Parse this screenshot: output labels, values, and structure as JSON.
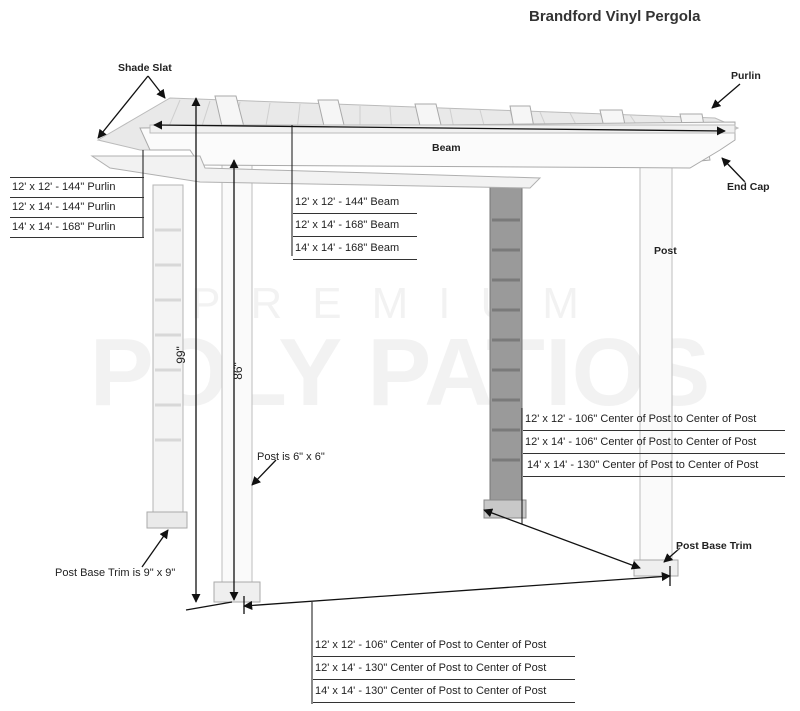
{
  "title": "Brandford Vinyl Pergola",
  "callouts": {
    "shade_slat": "Shade Slat",
    "purlin": "Purlin",
    "beam": "Beam",
    "end_cap": "End Cap",
    "post": "Post",
    "post_base_trim_right": "Post Base Trim",
    "post_size": "Post is 6\" x 6\"",
    "post_base_trim_left": "Post Base Trim is 9\" x 9\""
  },
  "dimensions": {
    "overall_height": "99\"",
    "clear_height": "86\""
  },
  "purlin_table": [
    "12' x 12' - 144\" Purlin",
    "12' x 14' - 144\" Purlin",
    "14' x 14' - 168\" Purlin"
  ],
  "beam_table": [
    "12' x 12' - 144\" Beam",
    "12' x 14' - 168\" Beam",
    "14' x 14' - 168\" Beam"
  ],
  "post_spacing_depth_table": [
    "12' x 12' - 106\"  Center of Post to Center of Post",
    "12' x 14' - 106\"  Center of Post to Center of Post",
    "14' x 14' - 130\"  Center of Post to Center of Post"
  ],
  "post_spacing_width_table": [
    "12' x 12' - 106\"  Center of Post to Center of Post",
    "12' x 14' - 130\"  Center of Post to Center of Post",
    "14' x 14' - 130\"  Center of Post to Center of Post"
  ],
  "watermark": {
    "line1": "PREMIUM",
    "line2": "POLY PATIOS"
  }
}
